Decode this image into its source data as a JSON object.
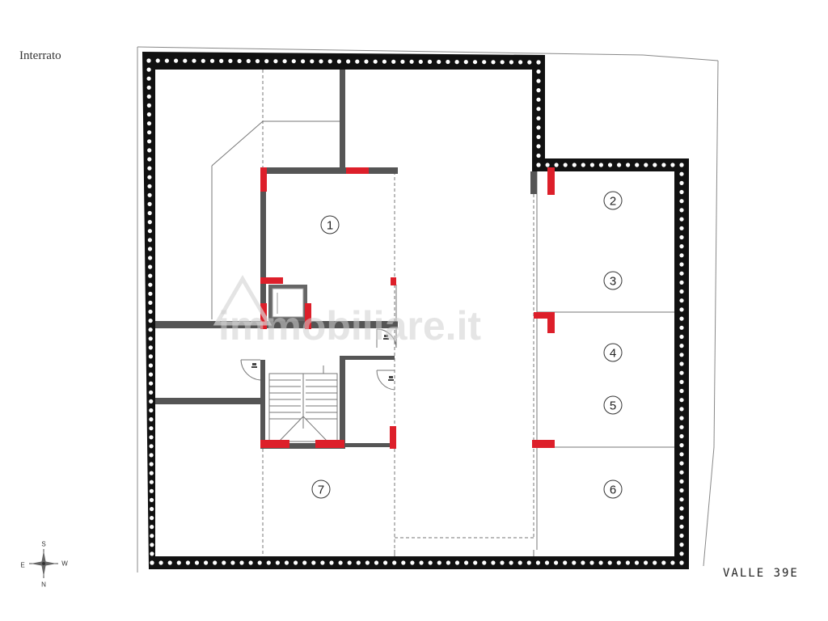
{
  "floor_label": "Interrato",
  "project_label": "VALLE 39E",
  "watermark": "immobiliare.it",
  "rooms": [
    "1",
    "2",
    "3",
    "4",
    "5",
    "6",
    "7"
  ],
  "compass": {
    "north": "N",
    "south": "S",
    "east": "E",
    "west": "W"
  },
  "colors": {
    "wall": "#555555",
    "outer_wall": "#111111",
    "column_accent": "#dd1f2a",
    "line": "#666666"
  }
}
